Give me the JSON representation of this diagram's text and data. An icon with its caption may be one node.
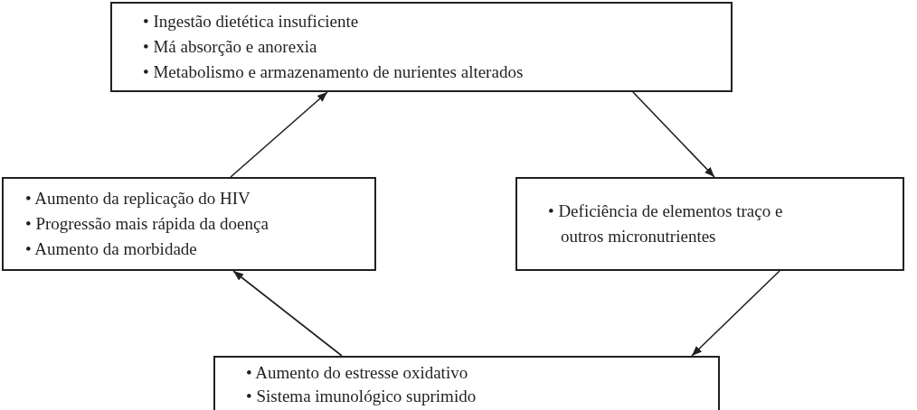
{
  "diagram": {
    "nodes": [
      {
        "text": [
          "• Ingestão dietética insuficiente",
          "• Má absorção e anorexia",
          "• Metabolismo e armazenamento de nurientes alterados"
        ]
      },
      {
        "text": [
          "• Aumento da replicação do HIV",
          "• Progressão mais rápida da doença",
          "• Aumento da morbidade"
        ]
      },
      {
        "text": [
          "• Deficiência de elementos traço e outros micronutrientes"
        ]
      },
      {
        "text": [
          "• Aumento do estresse oxidativo",
          "• Sistema imunológico suprimido"
        ]
      }
    ],
    "edges": [
      {
        "from": 1,
        "to": 0,
        "arrow": "to"
      },
      {
        "from": 0,
        "to": 2,
        "arrow": "to"
      },
      {
        "from": 2,
        "to": 3,
        "arrow": "to"
      },
      {
        "from": 3,
        "to": 1,
        "arrow": "to"
      }
    ]
  }
}
